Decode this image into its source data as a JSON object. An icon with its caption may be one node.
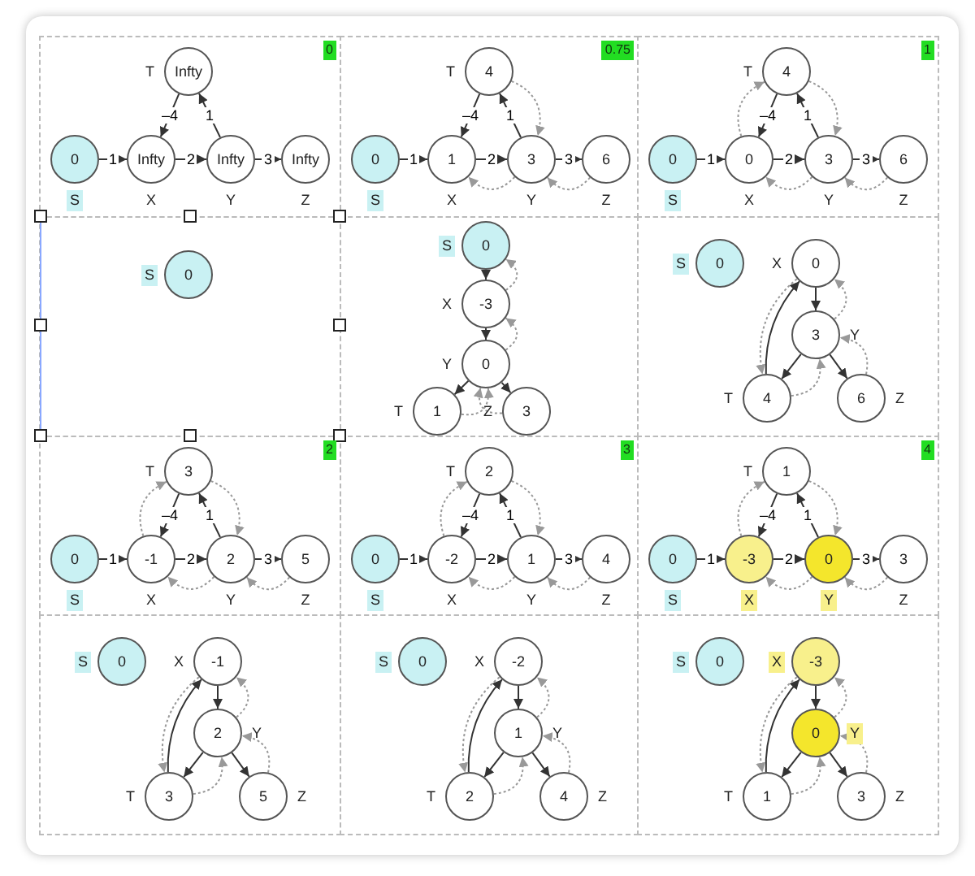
{
  "diagram": {
    "nodes": [
      {
        "text": [],
        "shape": "box"
      },
      {
        "text": [
          "0"
        ],
        "in": 0
      },
      {
        "text": [
          "T",
          "Infty"
        ],
        "in": 0
      },
      {
        "text": [
          "0",
          "S"
        ],
        "in": 0
      },
      {
        "text": [
          "Infty",
          "X"
        ],
        "in": 0
      },
      {
        "text": [
          "Infty",
          "Y"
        ],
        "in": 0
      },
      {
        "text": [
          "Infty",
          "Z"
        ],
        "in": 0
      },
      {
        "text": [],
        "shape": "box"
      },
      {
        "text": [
          "0.75"
        ],
        "in": 7
      },
      {
        "text": [
          "T",
          "4"
        ],
        "in": 7
      },
      {
        "text": [
          "0",
          "S"
        ],
        "in": 7
      },
      {
        "text": [
          "1",
          "X"
        ],
        "in": 7
      },
      {
        "text": [
          "3",
          "Y"
        ],
        "in": 7
      },
      {
        "text": [
          "6",
          "Z"
        ],
        "in": 7
      },
      {
        "text": [],
        "shape": "box"
      },
      {
        "text": [
          "1"
        ],
        "in": 14
      },
      {
        "text": [
          "T",
          "4"
        ],
        "in": 14
      },
      {
        "text": [
          "0",
          "S"
        ],
        "in": 14
      },
      {
        "text": [
          "0",
          "X"
        ],
        "in": 14
      },
      {
        "text": [
          "3",
          "Y"
        ],
        "in": 14
      },
      {
        "text": [
          "6",
          "Z"
        ],
        "in": 14
      },
      {
        "text": [],
        "shape": "box"
      },
      {
        "text": [
          "S",
          "0"
        ],
        "in": 21
      },
      {
        "text": [],
        "shape": "box"
      },
      {
        "text": [
          "S",
          "0"
        ],
        "in": 23
      },
      {
        "text": [
          "X",
          "-3"
        ],
        "in": 23
      },
      {
        "text": [
          "Y",
          "0"
        ],
        "in": 23
      },
      {
        "text": [
          "T",
          "1"
        ],
        "in": 23
      },
      {
        "text": [
          "Z",
          "3"
        ],
        "in": 23
      },
      {
        "text": [],
        "shape": "box"
      },
      {
        "text": [
          "S",
          "0"
        ],
        "in": 29
      },
      {
        "text": [
          "X",
          "0"
        ],
        "in": 29
      },
      {
        "text": [
          "3",
          "Y"
        ],
        "in": 29
      },
      {
        "text": [
          "T",
          "4"
        ],
        "in": 29
      },
      {
        "text": [
          "6",
          "Z"
        ],
        "in": 29
      },
      {
        "text": [],
        "shape": "box"
      },
      {
        "text": [
          "2"
        ],
        "in": 35
      },
      {
        "text": [
          "T",
          "3"
        ],
        "in": 35
      },
      {
        "text": [
          "0",
          "S"
        ],
        "in": 35
      },
      {
        "text": [
          "-1",
          "X"
        ],
        "in": 35
      },
      {
        "text": [
          "2",
          "Y"
        ],
        "in": 35
      },
      {
        "text": [
          "5",
          "Z"
        ],
        "in": 35
      },
      {
        "text": [],
        "shape": "box"
      },
      {
        "text": [
          "3"
        ],
        "in": 42
      },
      {
        "text": [
          "T",
          "2"
        ],
        "in": 42
      },
      {
        "text": [
          "0",
          "S"
        ],
        "in": 42
      },
      {
        "text": [
          "-2",
          "X"
        ],
        "in": 42
      },
      {
        "text": [
          "1",
          "Y"
        ],
        "in": 42
      },
      {
        "text": [
          "4",
          "Z"
        ],
        "in": 42
      },
      {
        "text": [],
        "shape": "box"
      },
      {
        "text": [
          "4"
        ],
        "in": 49
      },
      {
        "text": [
          "T",
          "1"
        ],
        "in": 49
      },
      {
        "text": [
          "0",
          "S"
        ],
        "in": 49
      },
      {
        "text": [
          "-3",
          "X"
        ],
        "in": 49
      },
      {
        "text": [
          "0",
          "Y"
        ],
        "in": 49
      },
      {
        "text": [
          "3",
          "Z"
        ],
        "in": 49
      },
      {
        "text": [],
        "shape": "box"
      },
      {
        "text": [
          "S",
          "0"
        ],
        "in": 56
      },
      {
        "text": [
          "X",
          "-1"
        ],
        "in": 56
      },
      {
        "text": [
          "2",
          "Y"
        ],
        "in": 56
      },
      {
        "text": [
          "T",
          "3"
        ],
        "in": 56
      },
      {
        "text": [
          "5",
          "Z"
        ],
        "in": 56
      },
      {
        "text": [],
        "shape": "box"
      },
      {
        "text": [
          "S",
          "0"
        ],
        "in": 62
      },
      {
        "text": [
          "X",
          "-2"
        ],
        "in": 62
      },
      {
        "text": [
          "1",
          "Y"
        ],
        "in": 62
      },
      {
        "text": [
          "T",
          "2"
        ],
        "in": 62
      },
      {
        "text": [
          "4",
          "Z"
        ],
        "in": 62
      },
      {
        "text": [],
        "shape": "box"
      },
      {
        "text": [
          "S",
          "0"
        ],
        "in": 68
      },
      {
        "text": [
          "X",
          "-3"
        ],
        "in": 68
      },
      {
        "text": [
          "0",
          "Y"
        ],
        "in": 68
      },
      {
        "text": [
          "T",
          "1"
        ],
        "in": 68
      },
      {
        "text": [
          "3",
          "Z"
        ],
        "in": 68
      }
    ],
    "edges": [
      {
        "from": 3,
        "to": 4,
        "arrow": "to",
        "label": "1"
      },
      {
        "from": 4,
        "to": 5,
        "arrow": "to",
        "label": "2"
      },
      {
        "from": 5,
        "to": 6,
        "arrow": "to",
        "label": "3"
      },
      {
        "from": 2,
        "to": 4,
        "arrow": "to",
        "label": "–4"
      },
      {
        "from": 5,
        "to": 2,
        "arrow": "to",
        "label": "1"
      },
      {
        "from": 10,
        "to": 11,
        "arrow": "to",
        "label": "1"
      },
      {
        "from": 11,
        "to": 12,
        "arrow": "to",
        "label": "2"
      },
      {
        "from": 12,
        "to": 13,
        "arrow": "to",
        "label": "3"
      },
      {
        "from": 9,
        "to": 11,
        "arrow": "to",
        "label": "–4"
      },
      {
        "from": 12,
        "to": 9,
        "arrow": "to",
        "label": "1"
      },
      {
        "from": 12,
        "to": 11,
        "arrow": "to",
        "style": "dashed",
        "color": "#999999"
      },
      {
        "from": 13,
        "to": 12,
        "arrow": "to",
        "style": "dashed",
        "color": "#999999"
      },
      {
        "from": 9,
        "to": 12,
        "arrow": "to",
        "style": "dashed",
        "color": "#999999"
      },
      {
        "from": 17,
        "to": 18,
        "arrow": "to",
        "label": "1"
      },
      {
        "from": 18,
        "to": 19,
        "arrow": "to",
        "label": "2"
      },
      {
        "from": 19,
        "to": 20,
        "arrow": "to",
        "label": "3"
      },
      {
        "from": 16,
        "to": 18,
        "arrow": "to",
        "label": "–4"
      },
      {
        "from": 19,
        "to": 16,
        "arrow": "to",
        "label": "1"
      },
      {
        "from": 18,
        "to": 16,
        "arrow": "to",
        "style": "dashed",
        "color": "#999999"
      },
      {
        "from": 19,
        "to": 18,
        "arrow": "to",
        "style": "dashed",
        "color": "#999999"
      },
      {
        "from": 20,
        "to": 19,
        "arrow": "to",
        "style": "dashed",
        "color": "#999999"
      },
      {
        "from": 16,
        "to": 19,
        "arrow": "to",
        "style": "dashed",
        "color": "#999999"
      },
      {
        "from": 24,
        "to": 25,
        "arrow": "to"
      },
      {
        "from": 25,
        "to": 26,
        "arrow": "to"
      },
      {
        "from": 26,
        "to": 27,
        "arrow": "to"
      },
      {
        "from": 26,
        "to": 28,
        "arrow": "to"
      },
      {
        "from": 25,
        "to": 24,
        "arrow": "to",
        "style": "dashed",
        "color": "#999999"
      },
      {
        "from": 26,
        "to": 25,
        "arrow": "to",
        "style": "dashed",
        "color": "#999999"
      },
      {
        "from": 27,
        "to": 26,
        "arrow": "to",
        "style": "dashed",
        "color": "#999999"
      },
      {
        "from": 28,
        "to": 26,
        "arrow": "to",
        "style": "dashed",
        "color": "#999999"
      },
      {
        "from": 31,
        "to": 32,
        "arrow": "to"
      },
      {
        "from": 32,
        "to": 33,
        "arrow": "to"
      },
      {
        "from": 33,
        "to": 31,
        "arrow": "to"
      },
      {
        "from": 32,
        "to": 34,
        "arrow": "to"
      },
      {
        "from": 32,
        "to": 31,
        "arrow": "to",
        "style": "dashed",
        "color": "#999999"
      },
      {
        "from": 31,
        "to": 33,
        "arrow": "to",
        "style": "dashed",
        "color": "#999999"
      },
      {
        "from": 33,
        "to": 32,
        "arrow": "to",
        "style": "dashed",
        "color": "#999999"
      },
      {
        "from": 34,
        "to": 32,
        "arrow": "to",
        "style": "dashed",
        "color": "#999999"
      },
      {
        "from": 38,
        "to": 39,
        "arrow": "to",
        "label": "1"
      },
      {
        "from": 39,
        "to": 40,
        "arrow": "to",
        "label": "2"
      },
      {
        "from": 40,
        "to": 41,
        "arrow": "to",
        "label": "3"
      },
      {
        "from": 37,
        "to": 39,
        "arrow": "to",
        "label": "–4"
      },
      {
        "from": 40,
        "to": 37,
        "arrow": "to",
        "label": "1"
      },
      {
        "from": 39,
        "to": 37,
        "arrow": "to",
        "style": "dashed",
        "color": "#999999"
      },
      {
        "from": 37,
        "to": 40,
        "arrow": "to",
        "style": "dashed",
        "color": "#999999"
      },
      {
        "from": 40,
        "to": 39,
        "arrow": "to",
        "style": "dashed",
        "color": "#999999"
      },
      {
        "from": 41,
        "to": 40,
        "arrow": "to",
        "style": "dashed",
        "color": "#999999"
      },
      {
        "from": 45,
        "to": 46,
        "arrow": "to",
        "label": "1"
      },
      {
        "from": 46,
        "to": 47,
        "arrow": "to",
        "label": "2"
      },
      {
        "from": 47,
        "to": 48,
        "arrow": "to",
        "label": "3"
      },
      {
        "from": 44,
        "to": 46,
        "arrow": "to",
        "label": "–4"
      },
      {
        "from": 47,
        "to": 44,
        "arrow": "to",
        "label": "1"
      },
      {
        "from": 46,
        "to": 44,
        "arrow": "to",
        "style": "dashed",
        "color": "#999999"
      },
      {
        "from": 44,
        "to": 47,
        "arrow": "to",
        "style": "dashed",
        "color": "#999999"
      },
      {
        "from": 47,
        "to": 46,
        "arrow": "to",
        "style": "dashed",
        "color": "#999999"
      },
      {
        "from": 48,
        "to": 47,
        "arrow": "to",
        "style": "dashed",
        "color": "#999999"
      },
      {
        "from": 52,
        "to": 53,
        "arrow": "to",
        "label": "1"
      },
      {
        "from": 53,
        "to": 54,
        "arrow": "to",
        "label": "2"
      },
      {
        "from": 54,
        "to": 55,
        "arrow": "to",
        "label": "3"
      },
      {
        "from": 51,
        "to": 53,
        "arrow": "to",
        "label": "–4"
      },
      {
        "from": 54,
        "to": 51,
        "arrow": "to",
        "label": "1"
      },
      {
        "from": 53,
        "to": 51,
        "arrow": "to",
        "style": "dashed",
        "color": "#999999"
      },
      {
        "from": 51,
        "to": 54,
        "arrow": "to",
        "style": "dashed",
        "color": "#999999"
      },
      {
        "from": 54,
        "to": 53,
        "arrow": "to",
        "style": "dashed",
        "color": "#999999"
      },
      {
        "from": 55,
        "to": 54,
        "arrow": "to",
        "style": "dashed",
        "color": "#999999"
      },
      {
        "from": 58,
        "to": 59,
        "arrow": "to"
      },
      {
        "from": 59,
        "to": 60,
        "arrow": "to"
      },
      {
        "from": 60,
        "to": 58,
        "arrow": "to"
      },
      {
        "from": 59,
        "to": 61,
        "arrow": "to"
      },
      {
        "from": 59,
        "to": 58,
        "arrow": "to",
        "style": "dashed",
        "color": "#999999"
      },
      {
        "from": 58,
        "to": 60,
        "arrow": "to",
        "style": "dashed",
        "color": "#999999"
      },
      {
        "from": 60,
        "to": 59,
        "arrow": "to",
        "style": "dashed",
        "color": "#999999"
      },
      {
        "from": 61,
        "to": 59,
        "arrow": "to",
        "style": "dashed",
        "color": "#999999"
      },
      {
        "from": 64,
        "to": 65,
        "arrow": "to"
      },
      {
        "from": 65,
        "to": 66,
        "arrow": "to"
      },
      {
        "from": 66,
        "to": 64,
        "arrow": "to"
      },
      {
        "from": 65,
        "to": 67,
        "arrow": "to"
      },
      {
        "from": 65,
        "to": 64,
        "arrow": "to",
        "style": "dashed",
        "color": "#999999"
      },
      {
        "from": 64,
        "to": 66,
        "arrow": "to",
        "style": "dashed",
        "color": "#999999"
      },
      {
        "from": 66,
        "to": 65,
        "arrow": "to",
        "style": "dashed",
        "color": "#999999"
      },
      {
        "from": 67,
        "to": 65,
        "arrow": "to",
        "style": "dashed",
        "color": "#999999"
      },
      {
        "from": 70,
        "to": 71,
        "arrow": "to"
      },
      {
        "from": 71,
        "to": 72,
        "arrow": "to"
      },
      {
        "from": 72,
        "to": 70,
        "arrow": "to"
      },
      {
        "from": 71,
        "to": 73,
        "arrow": "to"
      },
      {
        "from": 71,
        "to": 70,
        "arrow": "to",
        "style": "dashed",
        "color": "#999999"
      },
      {
        "from": 70,
        "to": 72,
        "arrow": "to",
        "style": "dashed",
        "color": "#999999"
      },
      {
        "from": 72,
        "to": 71,
        "arrow": "to",
        "style": "dashed",
        "color": "#999999"
      },
      {
        "from": 73,
        "to": 71,
        "arrow": "to",
        "style": "dashed",
        "color": "#999999"
      }
    ]
  }
}
